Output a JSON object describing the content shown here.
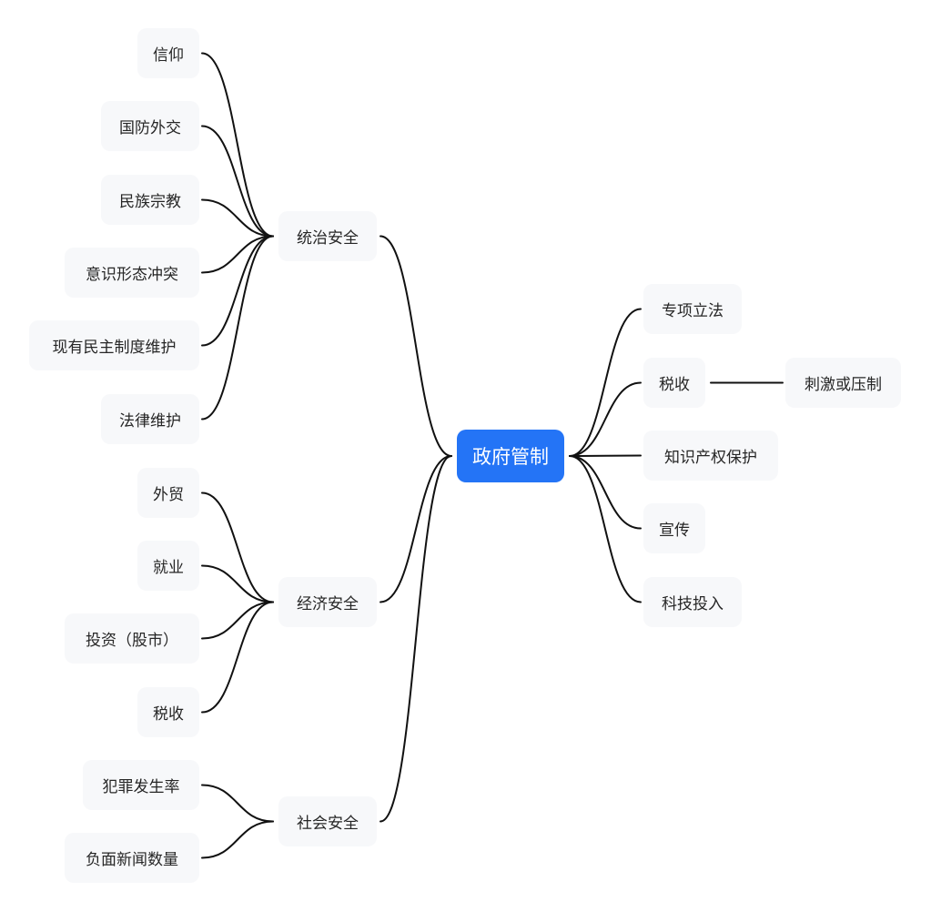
{
  "mindmap": {
    "root": {
      "id": "root",
      "label": "政府管制",
      "color": "#2474f6"
    },
    "node_background": "#f7f8fa",
    "line_color": "#111111",
    "left_branches": [
      {
        "id": "rule-security",
        "label": "统治安全",
        "children": [
          {
            "id": "belief",
            "label": "信仰"
          },
          {
            "id": "defense-diplomacy",
            "label": "国防外交"
          },
          {
            "id": "ethnicity-religion",
            "label": "民族宗教"
          },
          {
            "id": "ideology-conflict",
            "label": "意识形态冲突"
          },
          {
            "id": "democracy-maintenance",
            "label": "现有民主制度维护"
          },
          {
            "id": "law-maintenance",
            "label": "法律维护"
          }
        ]
      },
      {
        "id": "economic-security",
        "label": "经济安全",
        "children": [
          {
            "id": "foreign-trade",
            "label": "外贸"
          },
          {
            "id": "employment",
            "label": "就业"
          },
          {
            "id": "investment",
            "label": "投资（股市）"
          },
          {
            "id": "taxation-econ",
            "label": "税收"
          }
        ]
      },
      {
        "id": "social-security",
        "label": "社会安全",
        "children": [
          {
            "id": "crime-rate",
            "label": "犯罪发生率"
          },
          {
            "id": "negative-news",
            "label": "负面新闻数量"
          }
        ]
      }
    ],
    "right_branches": [
      {
        "id": "special-legislation",
        "label": "专项立法",
        "children": []
      },
      {
        "id": "taxation",
        "label": "税收",
        "children": [
          {
            "id": "stimulate-suppress",
            "label": "刺激或压制"
          }
        ]
      },
      {
        "id": "ip-protection",
        "label": "知识产权保护",
        "children": []
      },
      {
        "id": "propaganda",
        "label": "宣传",
        "children": []
      },
      {
        "id": "tech-investment",
        "label": "科技投入",
        "children": []
      }
    ]
  }
}
